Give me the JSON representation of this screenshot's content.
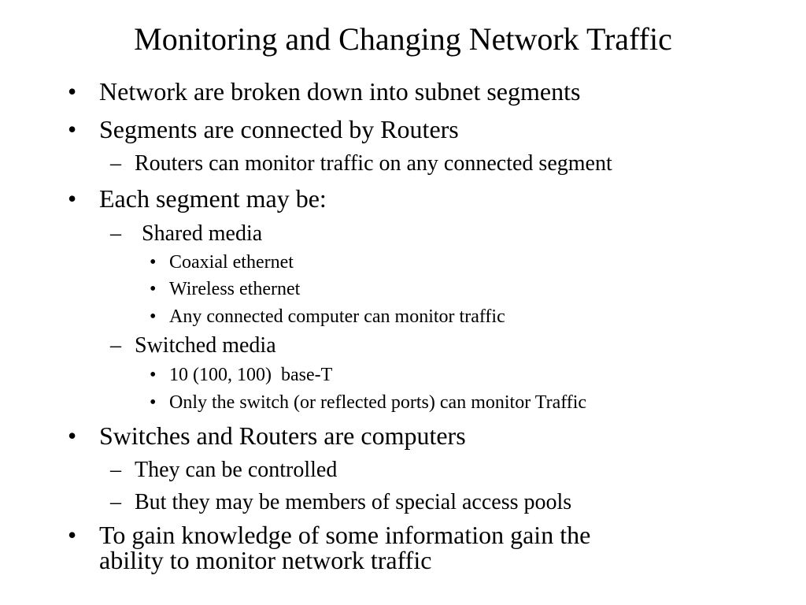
{
  "title": "Monitoring and Changing Network Traffic",
  "markers": {
    "bullet": "•",
    "dash": "–"
  },
  "outline": [
    {
      "text": "Network are broken down into subnet segments"
    },
    {
      "text": "Segments are connected by Routers"
    },
    {
      "text": "Routers can monitor traffic on any connected segment"
    },
    {
      "text": "Each segment may be:"
    },
    {
      "text": " Shared media"
    },
    {
      "text": "Coaxial ethernet"
    },
    {
      "text": "Wireless ethernet"
    },
    {
      "text": "Any connected computer can monitor traffic"
    },
    {
      "text": "Switched media"
    },
    {
      "text": "10 (100, 100)  base-T"
    },
    {
      "text": "Only the switch (or reflected ports) can monitor Traffic"
    },
    {
      "text": "Switches and Routers are computers"
    },
    {
      "text": "They can be controlled"
    },
    {
      "text": "But they may be members of special access pools"
    },
    {
      "text": "To gain knowledge of some information gain the"
    },
    {
      "text": "ability to monitor network traffic"
    }
  ]
}
